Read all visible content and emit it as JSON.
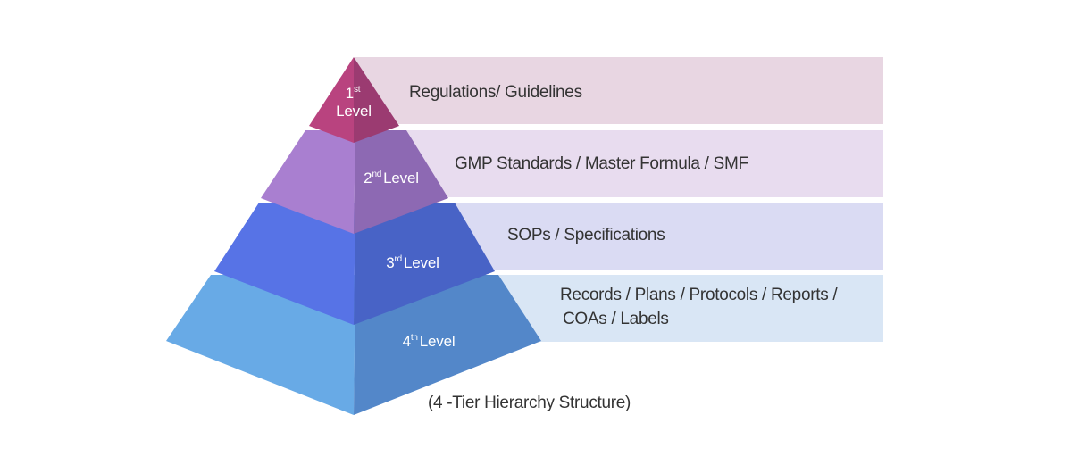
{
  "levels": [
    {
      "num": "1",
      "suffix": "st",
      "word": "Level",
      "description_lines": [
        "Regulations/ Guidelines"
      ],
      "colors": {
        "band": "#e8d6e2",
        "left_face": "#b9437f",
        "right_face": "#9b3b71"
      }
    },
    {
      "num": "2",
      "suffix": "nd",
      "word": "Level",
      "description_lines": [
        "GMP Standards / Master Formula / SMF"
      ],
      "colors": {
        "band": "#e8dcef",
        "left_face": "#a97fd0",
        "right_face": "#8d69b3"
      }
    },
    {
      "num": "3",
      "suffix": "rd",
      "word": "Level",
      "description_lines": [
        "SOPs / Specifications"
      ],
      "colors": {
        "band": "#dadbf3",
        "left_face": "#5773e6",
        "right_face": "#4863c6"
      }
    },
    {
      "num": "4",
      "suffix": "th",
      "word": "Level",
      "description_lines": [
        "Records / Plans / Protocols / Reports /",
        "COAs / Labels"
      ],
      "colors": {
        "band": "#d9e6f5",
        "left_face": "#68aae6",
        "right_face": "#5387c9"
      }
    }
  ],
  "caption": "(4 -Tier Hierarchy Structure)"
}
